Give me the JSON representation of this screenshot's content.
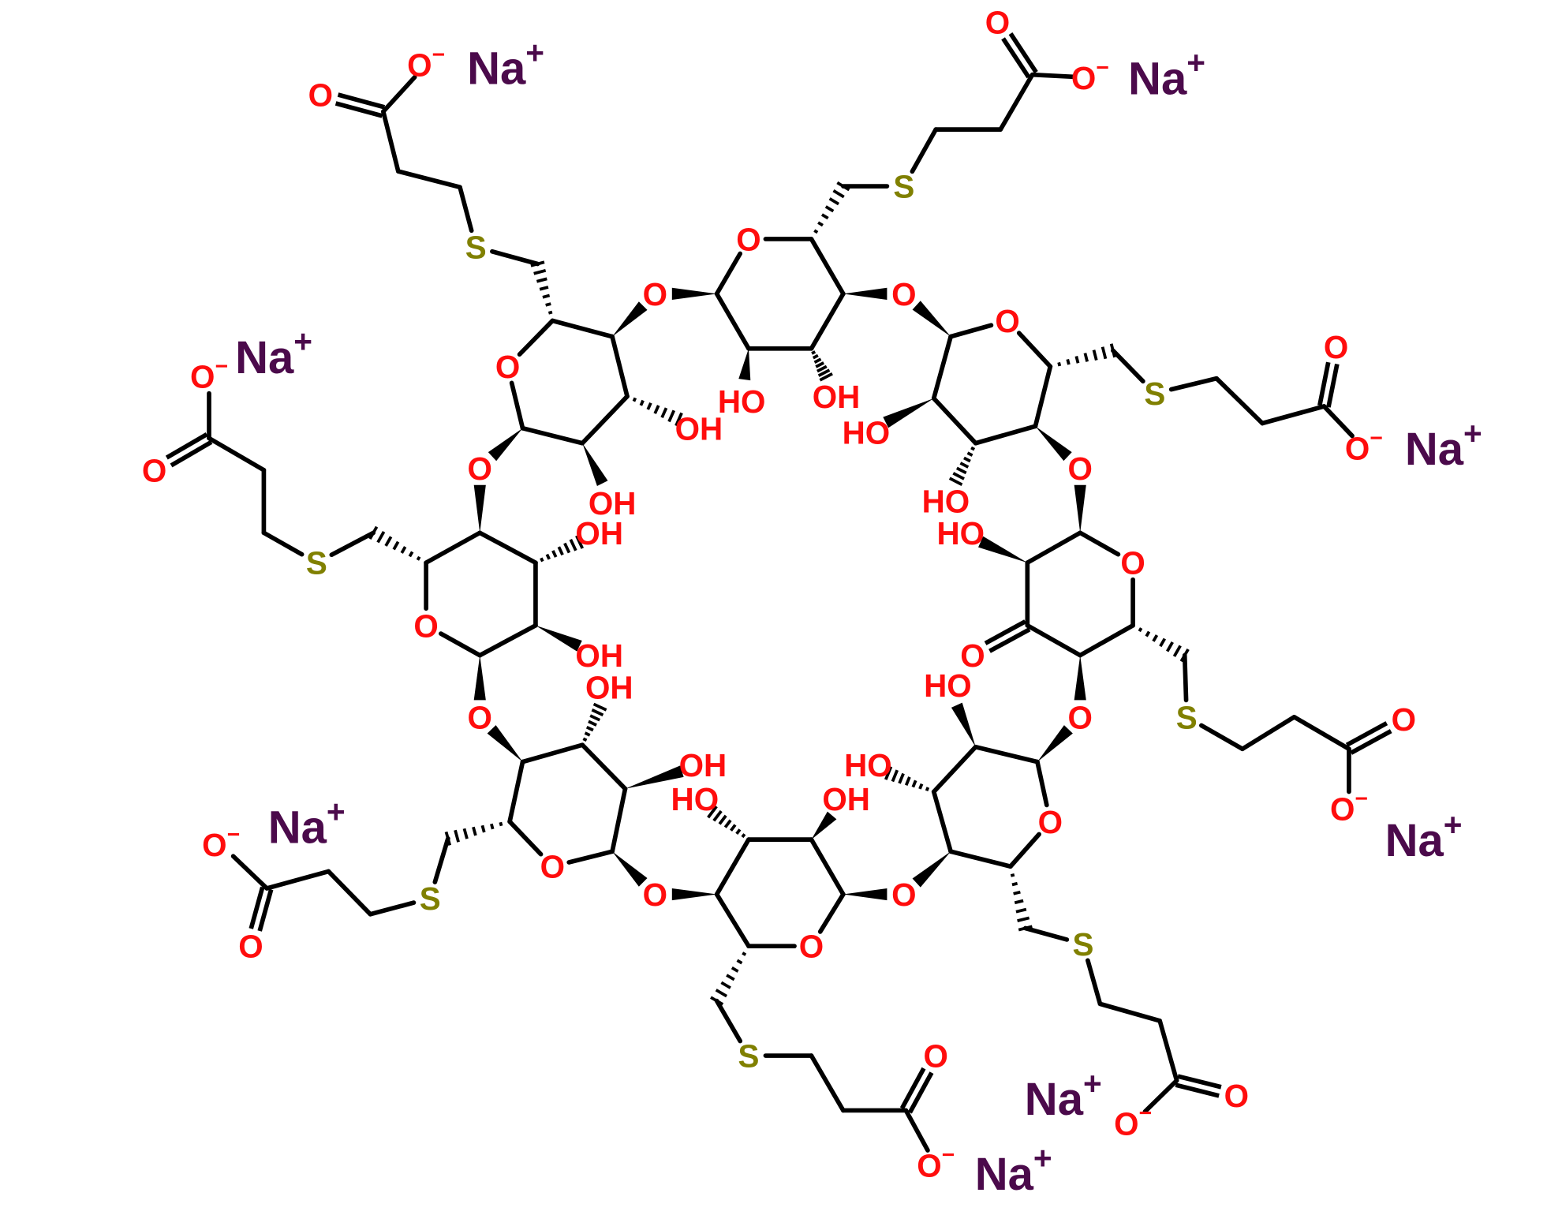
{
  "title": "Sugammadex-related oxidized impurity (octasodium salt)",
  "colors": {
    "oxygen": "#ff0d0d",
    "sulfur": "#808000",
    "sodium": "#4b0a4b",
    "bond": "#000000"
  },
  "atoms": {
    "A_O": {
      "text": "O"
    },
    "A_X2": {
      "text": "HO"
    },
    "A_X3": {
      "text": "OH"
    },
    "A_S": {
      "text": "S"
    },
    "A_Od": {
      "text": "O"
    },
    "A_Om": {
      "text": "O",
      "charge": "−"
    },
    "A_Na": {
      "text": "Na",
      "charge": "+"
    },
    "B_O": {
      "text": "O"
    },
    "B_X2": {
      "text": "HO"
    },
    "B_X3": {
      "text": "HO"
    },
    "B_S": {
      "text": "S"
    },
    "B_Od": {
      "text": "O"
    },
    "B_Om": {
      "text": "O",
      "charge": "−"
    },
    "B_Na": {
      "text": "Na",
      "charge": "+"
    },
    "C_O": {
      "text": "O"
    },
    "C_X2": {
      "text": "HO"
    },
    "C_X3": {
      "text": "O"
    },
    "C_S": {
      "text": "S"
    },
    "C_Od": {
      "text": "O"
    },
    "C_Om": {
      "text": "O",
      "charge": "−"
    },
    "C_Na": {
      "text": "Na",
      "charge": "+"
    },
    "D_O": {
      "text": "O"
    },
    "D_X2": {
      "text": "HO"
    },
    "D_X3": {
      "text": "HO"
    },
    "D_S": {
      "text": "S"
    },
    "D_Od": {
      "text": "O"
    },
    "D_Om": {
      "text": "O",
      "charge": "−"
    },
    "D_Na": {
      "text": "Na",
      "charge": "+"
    },
    "E_O": {
      "text": "O"
    },
    "E_X2": {
      "text": "OH"
    },
    "E_X3": {
      "text": "HO"
    },
    "E_S": {
      "text": "S"
    },
    "E_Od": {
      "text": "O"
    },
    "E_Om": {
      "text": "O",
      "charge": "−"
    },
    "E_Na": {
      "text": "Na",
      "charge": "+"
    },
    "F_O": {
      "text": "O"
    },
    "F_X2": {
      "text": "OH"
    },
    "F_X3": {
      "text": "OH"
    },
    "F_S": {
      "text": "S"
    },
    "F_Od": {
      "text": "O"
    },
    "F_Om": {
      "text": "O",
      "charge": "−"
    },
    "F_Na": {
      "text": "Na",
      "charge": "+"
    },
    "G_O": {
      "text": "O"
    },
    "G_X2": {
      "text": "OH"
    },
    "G_X3": {
      "text": "OH"
    },
    "G_S": {
      "text": "S"
    },
    "G_Od": {
      "text": "O"
    },
    "G_Om": {
      "text": "O",
      "charge": "−"
    },
    "G_Na": {
      "text": "Na",
      "charge": "+"
    },
    "H_O": {
      "text": "O"
    },
    "H_X2": {
      "text": "OH"
    },
    "H_X3": {
      "text": "OH"
    },
    "H_S": {
      "text": "S"
    },
    "H_Od": {
      "text": "O"
    },
    "H_Om": {
      "text": "O",
      "charge": "−"
    },
    "H_Na": {
      "text": "Na",
      "charge": "+"
    },
    "G_AB": {
      "text": "O"
    },
    "G_BC": {
      "text": "O"
    },
    "G_CD": {
      "text": "O"
    },
    "G_DE": {
      "text": "O"
    },
    "G_EF": {
      "text": "O"
    },
    "G_FG": {
      "text": "O"
    },
    "G_GH": {
      "text": "O"
    },
    "G_HA": {
      "text": "O"
    }
  }
}
